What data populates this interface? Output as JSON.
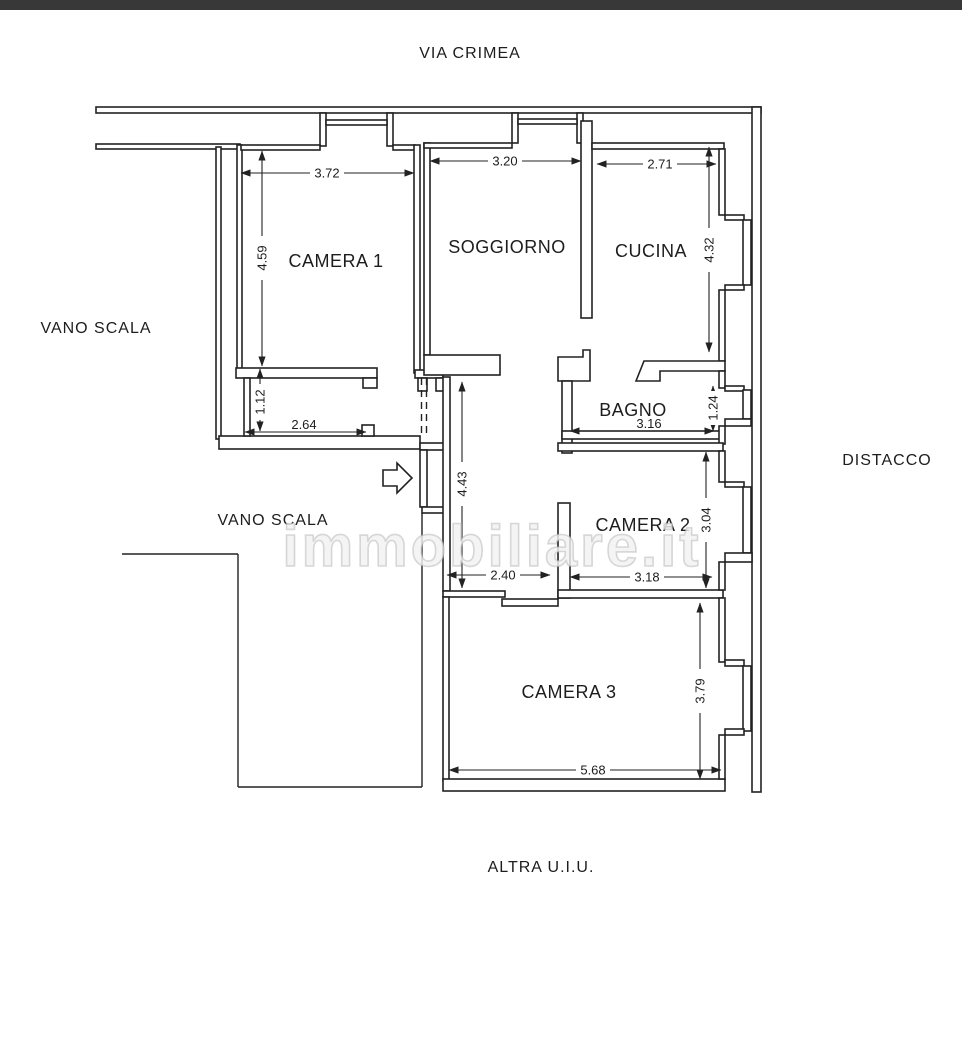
{
  "window": {
    "top_bar_color": "#383838",
    "background": "#ffffff"
  },
  "plan": {
    "line_color": "#222222",
    "street_label": "VIA CRIMEA",
    "stairwell_label_left": "VANO SCALA",
    "stairwell_label_center": "VANO SCALA",
    "right_area_label": "DISTACCO",
    "bottom_area_label": "ALTRA U.I.U.",
    "watermark": "immobiliare.it",
    "icons": {
      "entrance_arrow": "block-arrow-right"
    },
    "rooms": {
      "camera1": "CAMERA 1",
      "soggiorno": "SOGGIORNO",
      "cucina": "CUCINA",
      "bagno": "BAGNO",
      "camera2": "CAMERA 2",
      "camera3": "CAMERA 3"
    },
    "dimensions": {
      "camera1_width": "3.72",
      "camera1_depth": "4.59",
      "soggiorno_width": "3.20",
      "cucina_width": "2.71",
      "cucina_depth": "4.32",
      "closet_depth": "1.12",
      "closet_width": "2.64",
      "corridor_length": "4.43",
      "corridor_width": "2.40",
      "bagno_width": "3.16",
      "bagno_depth": "1.24",
      "camera2_depth": "3.04",
      "camera2_width": "3.18",
      "camera3_width": "5.68",
      "camera3_depth": "3.79"
    }
  }
}
